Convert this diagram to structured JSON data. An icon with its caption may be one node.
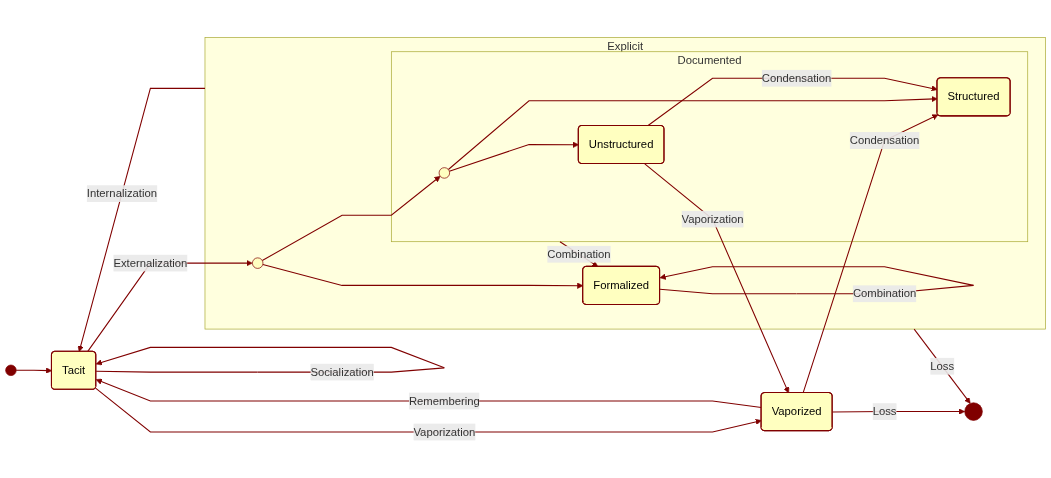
{
  "diagram": {
    "nodes": [
      {
        "text": [],
        "shape": "circle"
      },
      {
        "text": [
          "Tacit"
        ]
      },
      {
        "text": [
          "Vaporized"
        ]
      },
      {
        "text": [],
        "shape": "circle"
      },
      {
        "text": [
          "Explicit"
        ]
      },
      {
        "text": [],
        "shape": "circle",
        "in": 4
      },
      {
        "text": [
          "Documented"
        ],
        "in": 4
      },
      {
        "text": [],
        "shape": "circle",
        "in": 6
      },
      {
        "text": [
          "Structured"
        ],
        "in": 6
      },
      {
        "text": [
          "Unstructured"
        ],
        "in": 6
      },
      {
        "text": [
          "Formalized"
        ],
        "in": 4
      }
    ],
    "edges": [
      {
        "from": 0,
        "to": 1,
        "arrow": "to"
      },
      {
        "from": 1,
        "to": 1,
        "arrow": "to",
        "label": "Socialization"
      },
      {
        "from": 1,
        "to": 5,
        "arrow": "to",
        "label": "Externalization"
      },
      {
        "from": 4,
        "to": 1,
        "arrow": "to",
        "label": "Internalization"
      },
      {
        "from": 1,
        "to": 2,
        "arrow": "to",
        "label": "Vaporization"
      },
      {
        "from": 2,
        "to": 1,
        "arrow": "to",
        "label": "Remembering"
      },
      {
        "from": 2,
        "to": 8,
        "arrow": "to",
        "label": "Condensation"
      },
      {
        "from": 9,
        "to": 2,
        "arrow": "to",
        "label": "Vaporization"
      },
      {
        "from": 2,
        "to": 3,
        "arrow": "to",
        "label": "Loss"
      },
      {
        "from": 4,
        "to": 3,
        "arrow": "to",
        "label": "Loss"
      },
      {
        "from": 5,
        "to": 7,
        "arrow": "to"
      },
      {
        "from": 5,
        "to": 10,
        "arrow": "to"
      },
      {
        "from": 7,
        "to": 8,
        "arrow": "to"
      },
      {
        "from": 7,
        "to": 9,
        "arrow": "to"
      },
      {
        "from": 9,
        "to": 8,
        "arrow": "to",
        "label": "Condensation"
      },
      {
        "from": 6,
        "to": 10,
        "arrow": "to",
        "label": "Combination"
      },
      {
        "from": 10,
        "to": 10,
        "arrow": "to",
        "label": "Combination"
      }
    ]
  }
}
